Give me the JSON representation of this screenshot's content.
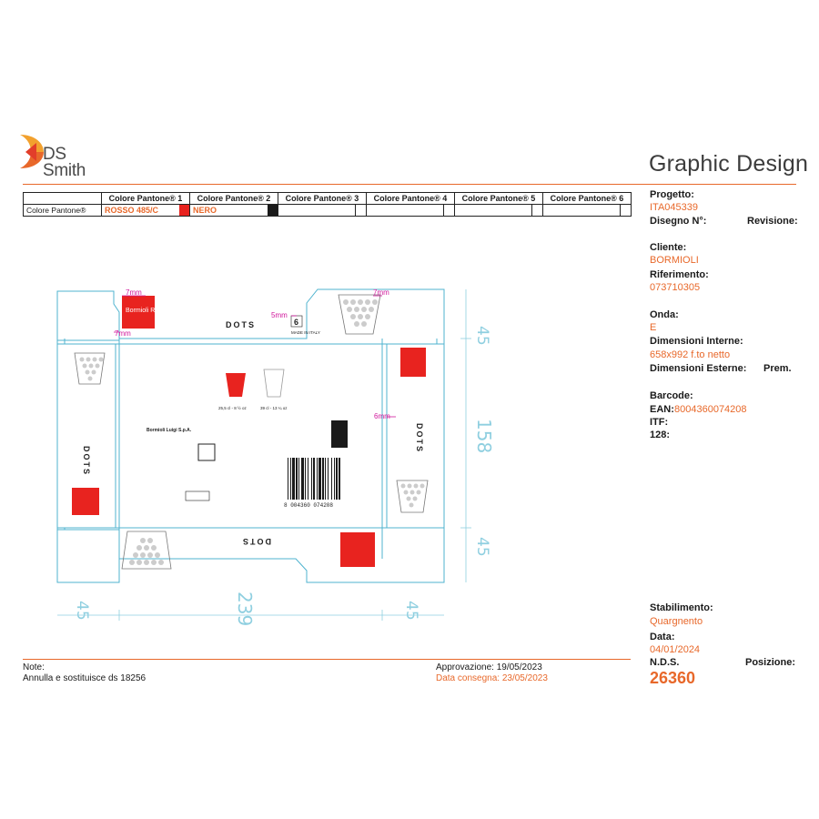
{
  "logo": {
    "line1": "DS",
    "line2": "Smith"
  },
  "header": {
    "title": "Graphic Design"
  },
  "pantone_table": {
    "row_label": "Colore Pantone®",
    "columns": [
      {
        "label": "Colore Pantone® 1",
        "value": "ROSSO 485/C",
        "swatch": "#e8231f"
      },
      {
        "label": "Colore Pantone® 2",
        "value": "NERO",
        "swatch": "#1a1a1a"
      },
      {
        "label": "Colore Pantone® 3",
        "value": "",
        "swatch": ""
      },
      {
        "label": "Colore Pantone® 4",
        "value": "",
        "swatch": ""
      },
      {
        "label": "Colore Pantone® 5",
        "value": "",
        "swatch": ""
      },
      {
        "label": "Colore Pantone® 6",
        "value": "",
        "swatch": ""
      }
    ]
  },
  "info": {
    "progetto_label": "Progetto:",
    "progetto": "ITA045339",
    "disegno_label": "Disegno N°:",
    "revisione_label": "Revisione:",
    "cliente_label": "Cliente:",
    "cliente": "BORMIOLI",
    "riferimento_label": "Riferimento:",
    "riferimento": "073710305",
    "onda_label": "Onda:",
    "onda": "E",
    "dim_int_label": "Dimensioni Interne:",
    "dim_int": "658x992 f.to netto",
    "dim_est_label": "Dimensioni Esterne:",
    "prem_label": "Prem.",
    "barcode_label": "Barcode:",
    "ean_label": "EAN:",
    "ean": "8004360074208",
    "itf_label": "ITF:",
    "code128_label": "128:",
    "stabilimento_label": "Stabilimento:",
    "stabilimento": "Quargnento",
    "data_label": "Data:",
    "data": "04/01/2024",
    "nds_label": "N.D.S.",
    "nds": "26360",
    "posizione_label": "Posizione:"
  },
  "footer": {
    "note_label": "Note:",
    "note": "Annulla e sostituisce ds 18256",
    "approvazione": "Approvazione: 19/05/2023",
    "consegna": "Data consegna: 23/05/2023"
  },
  "drawing": {
    "dims": {
      "top_flap": "45",
      "height": "158",
      "bottom_flap": "45",
      "left": "45",
      "width": "239",
      "right": "45"
    },
    "marks": {
      "seven": "7mm",
      "five": "5mm",
      "six": "6mm"
    },
    "product": "DOTS",
    "made_in": "MADE IN ITALY",
    "qty": "6",
    "brand": "Bormioli Rocco",
    "company": "Bormioli Luigi S.p.A.",
    "cap1": "25,5 cl - 8 ½ oz",
    "cap2": "39 cl - 13 ¼ oz",
    "ean_digits": "8 004360 074208"
  },
  "colors": {
    "accent": "#e8682a",
    "dieline": "#4fb3cf",
    "dim": "#8fcfe0",
    "brand_red": "#e8231f",
    "marker": "#d0159b"
  }
}
